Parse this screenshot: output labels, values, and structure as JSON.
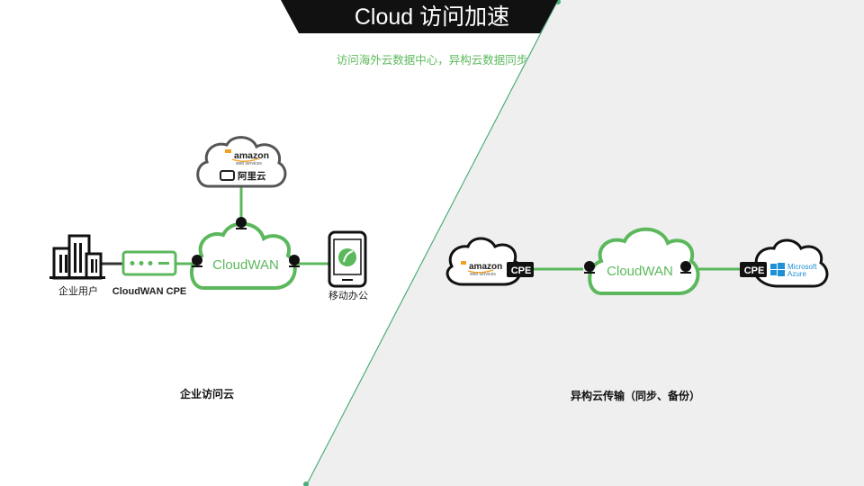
{
  "header": {
    "title": "Cloud 访问加速",
    "subtitle": "访问海外云数据中心，异构云数据同步"
  },
  "left_diagram": {
    "caption": "企业访问云",
    "public_clouds": {
      "amazon_name": "amazon",
      "amazon_sub": "web services",
      "aliyun_name": "阿里云"
    },
    "core_label": "CloudWAN",
    "enterprise_label": "企业用户",
    "cpe_label": "CloudWAN CPE",
    "mobile_label": "移动办公"
  },
  "right_diagram": {
    "caption": "异构云传输（同步、备份）",
    "core_label": "CloudWAN",
    "left_cloud": {
      "amazon_name": "amazon",
      "amazon_sub": "web services",
      "cpe_tag": "CPE"
    },
    "right_cloud": {
      "cpe_tag": "CPE",
      "azure_line1": "Microsoft",
      "azure_line2": "Azure"
    }
  },
  "colors": {
    "accent_green": "#5cb85c",
    "line_green": "#4cae7a",
    "header_black": "#111111",
    "right_panel_gray": "#efefef",
    "amazon_orange": "#f0a020",
    "azure_blue": "#1e90d6"
  }
}
